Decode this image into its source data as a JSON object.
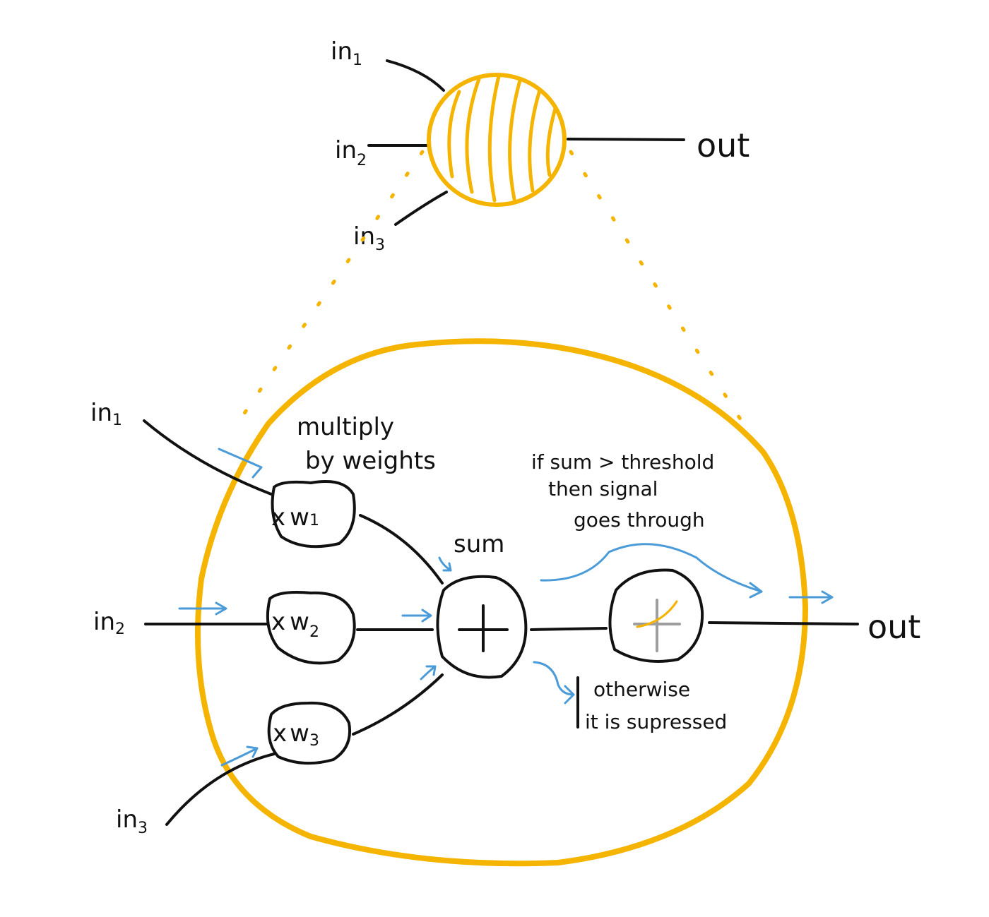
{
  "colors": {
    "ink": "#111111",
    "neuron": "#F4B400",
    "signal": "#4A9BD8",
    "activation_axis": "#9E9E9E"
  },
  "top_neuron": {
    "inputs": [
      {
        "base": "in",
        "sub": "1"
      },
      {
        "base": "in",
        "sub": "2"
      },
      {
        "base": "in",
        "sub": "3"
      }
    ],
    "output": "out"
  },
  "detail": {
    "inputs": [
      {
        "base": "in",
        "sub": "1"
      },
      {
        "base": "in",
        "sub": "2"
      },
      {
        "base": "in",
        "sub": "3"
      }
    ],
    "weights": [
      {
        "op": "x",
        "base": "w",
        "sub": "1"
      },
      {
        "op": "x",
        "base": "w",
        "sub": "2"
      },
      {
        "op": "x",
        "base": "w",
        "sub": "3"
      }
    ],
    "multiply_note": [
      "multiply",
      "by weights"
    ],
    "sum_label": "sum",
    "sum_symbol": "+",
    "threshold_note": [
      "if sum > threshold",
      "then signal",
      "goes through"
    ],
    "suppress_note": [
      "otherwise",
      "it is supressed"
    ],
    "output": "out"
  }
}
